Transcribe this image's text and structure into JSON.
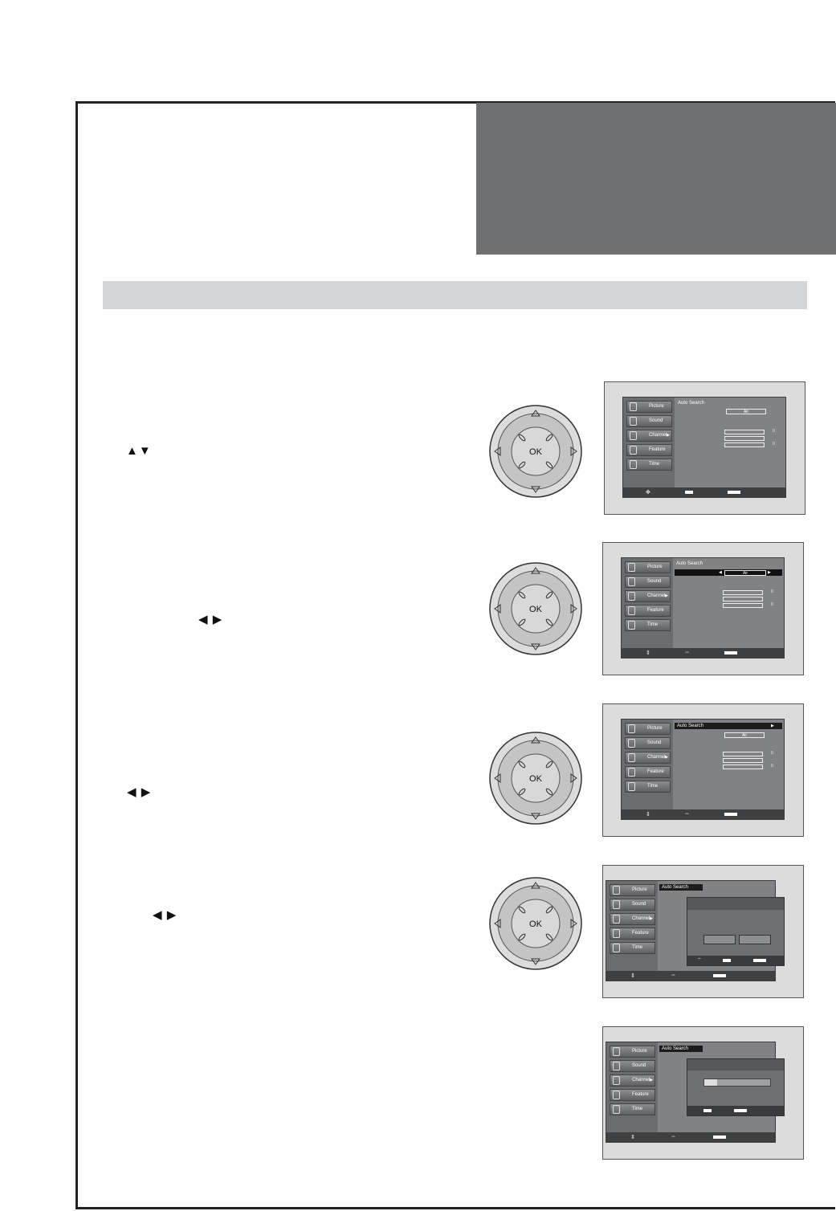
{
  "remote": {
    "ok_label": "OK"
  },
  "step_arrows": [
    "▲▼",
    "◀ ▶",
    "◀ ▶",
    "◀ ▶"
  ],
  "tv_menu": {
    "items": [
      "Picture",
      "Sound",
      "Channel",
      "Feature",
      "Time"
    ],
    "panel_title": "Auto  Search",
    "source_value": "Air",
    "counter": "0"
  },
  "progress_fraction": 0.2
}
